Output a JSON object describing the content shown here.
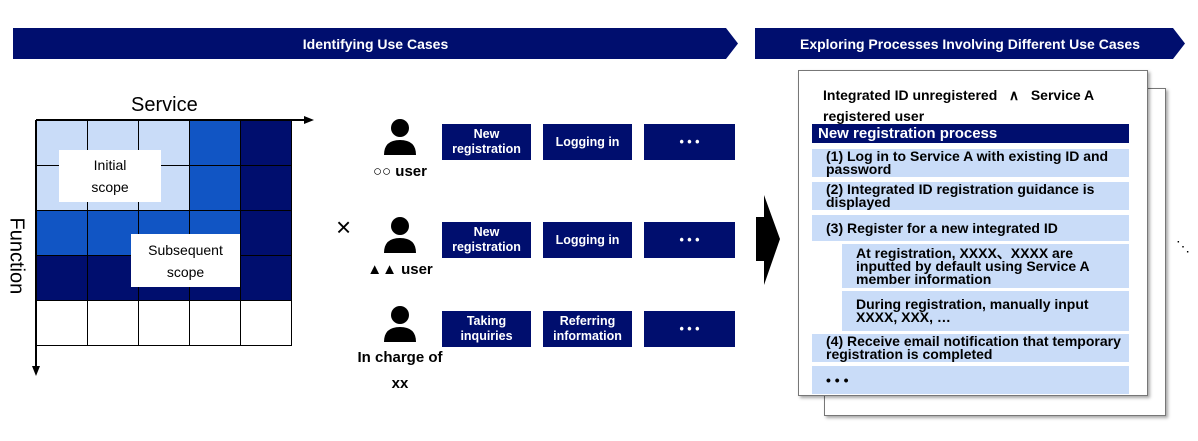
{
  "banners": {
    "left": "Identifying Use Cases",
    "right": "Exploring Processes Involving Different Use Cases"
  },
  "scope_matrix": {
    "x_axis_label": "Service",
    "y_axis_label": "Function",
    "rows": [
      [
        "light",
        "light",
        "light",
        "mid",
        "dark"
      ],
      [
        "light",
        "light",
        "light",
        "mid",
        "dark"
      ],
      [
        "mid",
        "mid",
        "mid",
        "mid",
        "dark"
      ],
      [
        "dark",
        "dark",
        "dark",
        "dark",
        "dark"
      ],
      [
        "white",
        "white",
        "white",
        "white",
        "white"
      ]
    ],
    "colors": {
      "light": "#c9dcf8",
      "mid": "#1155c4",
      "dark": "#000e6e",
      "white": "#ffffff"
    },
    "initial_scope_label": "Initial scope",
    "subsequent_scope_label": "Subsequent scope"
  },
  "multiply_symbol": "×",
  "use_cases": [
    {
      "role": "○○ user",
      "cases": [
        "New registration",
        "Logging in",
        "• • •"
      ]
    },
    {
      "role": "▲▲ user",
      "cases": [
        "New registration",
        "Logging in",
        "• • •"
      ]
    },
    {
      "role": "In charge of xx",
      "cases": [
        "Taking inquiries",
        "Referring information",
        "• • •"
      ]
    }
  ],
  "process": {
    "condition_line1": "Integrated ID unregistered   ∧   Service A",
    "condition_line2": "registered user",
    "title": "New registration process",
    "steps": [
      "(1) Log in to Service A with existing ID and password",
      "(2) Integrated ID registration guidance is displayed",
      "(3) Register for a new integrated ID",
      "At registration, XXXX、XXXX are inputted by default using Service A member information",
      "During registration, manually input XXXX, XXX, …",
      "(4) Receive email notification that temporary registration is completed",
      "• • •"
    ],
    "more_indicator": "⋱"
  }
}
